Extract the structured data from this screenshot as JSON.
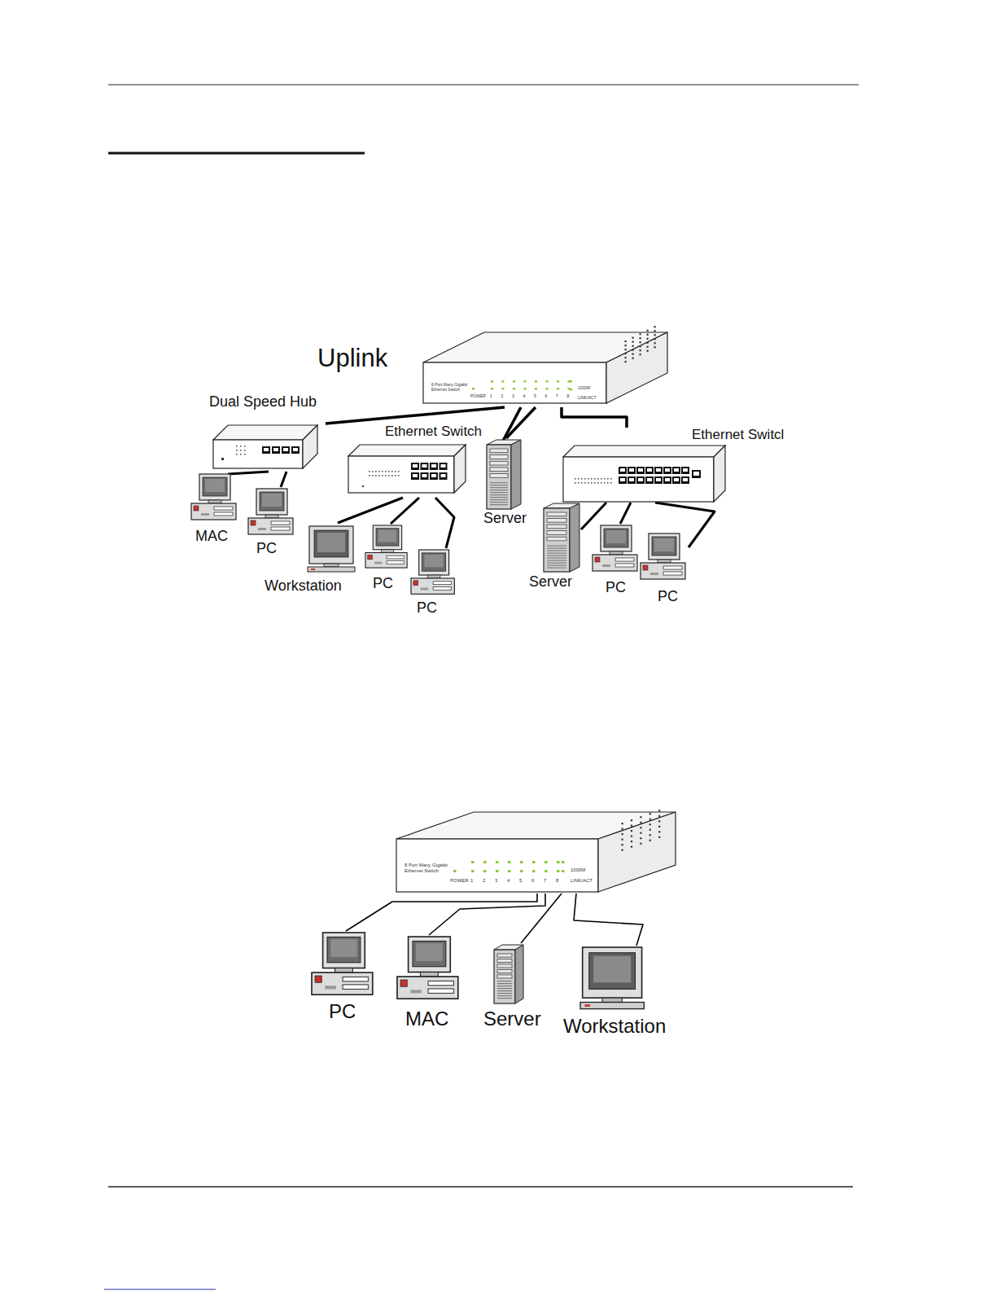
{
  "diagram": {
    "nodes": [
      {
        "text": [
          "8 Port Many Gigabit Ethernet Switch",
          "POWER",
          "1",
          "2",
          "3",
          "4",
          "5",
          "6",
          "7",
          "8",
          "1000M",
          "LINK/ACT"
        ]
      },
      {
        "text": [
          "Dual Speed Hub"
        ]
      },
      {
        "text": [
          "Ethernet Switch"
        ]
      },
      {
        "text": [
          "Server"
        ]
      },
      {
        "text": [
          "Ethernet Switcl"
        ]
      },
      {
        "text": [
          "MAC"
        ]
      },
      {
        "text": [
          "PC"
        ]
      },
      {
        "text": [
          "Workstation"
        ]
      },
      {
        "text": [
          "PC"
        ]
      },
      {
        "text": [
          "PC"
        ]
      },
      {
        "text": [
          "Server"
        ]
      },
      {
        "text": [
          "PC"
        ]
      },
      {
        "text": [
          "PC"
        ]
      },
      {
        "text": [
          "8 Port Many Gigabit Ethernet Switch",
          "POWER",
          "1",
          "2",
          "3",
          "4",
          "5",
          "6",
          "7",
          "8",
          "1000M",
          "LINK/ACT"
        ]
      },
      {
        "text": [
          "PC"
        ]
      },
      {
        "text": [
          "MAC"
        ]
      },
      {
        "text": [
          "Server"
        ]
      },
      {
        "text": [
          "Workstation"
        ]
      }
    ],
    "edges": [
      {
        "from": 0,
        "to": 1,
        "arrow": "none"
      },
      {
        "from": 0,
        "to": 2,
        "arrow": "none"
      },
      {
        "from": 0,
        "to": 3,
        "arrow": "none"
      },
      {
        "from": 0,
        "to": 4,
        "arrow": "none"
      },
      {
        "from": 1,
        "to": 5,
        "arrow": "none"
      },
      {
        "from": 1,
        "to": 6,
        "arrow": "none"
      },
      {
        "from": 2,
        "to": 7,
        "arrow": "none"
      },
      {
        "from": 2,
        "to": 8,
        "arrow": "none"
      },
      {
        "from": 2,
        "to": 9,
        "arrow": "none"
      },
      {
        "from": 4,
        "to": 10,
        "arrow": "none"
      },
      {
        "from": 4,
        "to": 11,
        "arrow": "none"
      },
      {
        "from": 4,
        "to": 12,
        "arrow": "none"
      },
      {
        "from": 13,
        "to": 14,
        "arrow": "none"
      },
      {
        "from": 13,
        "to": 15,
        "arrow": "none"
      },
      {
        "from": 13,
        "to": 16,
        "arrow": "none"
      },
      {
        "from": 13,
        "to": 17,
        "arrow": "none"
      }
    ],
    "labels": [
      "Uplink"
    ]
  }
}
